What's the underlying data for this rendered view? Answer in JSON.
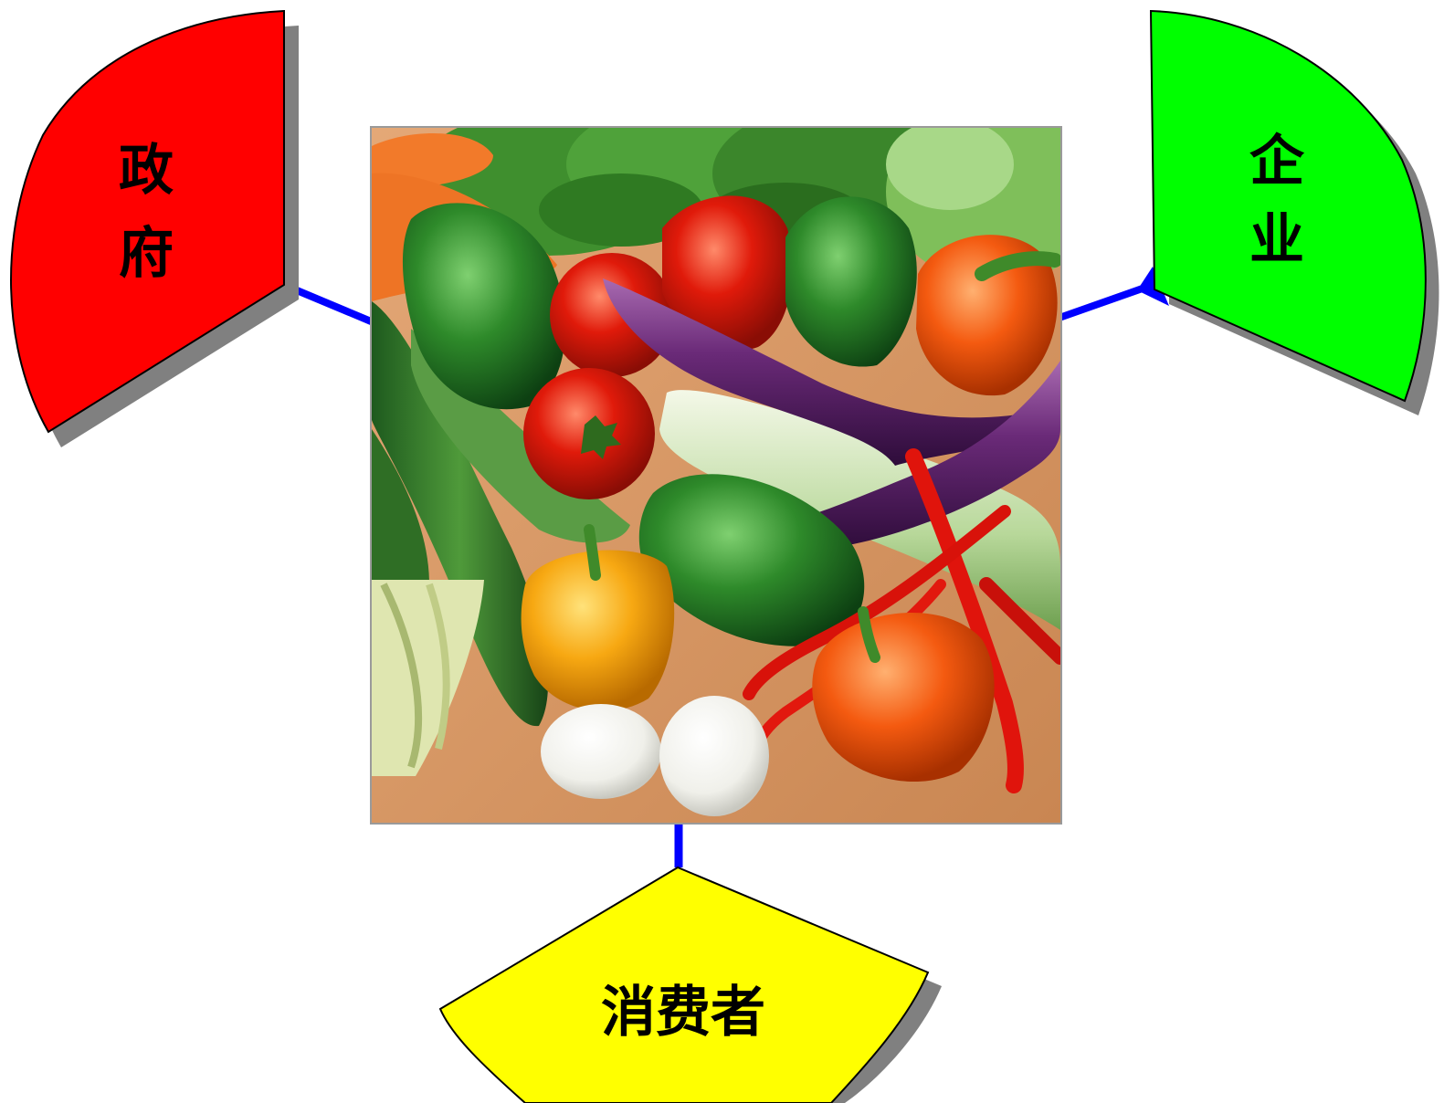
{
  "diagram": {
    "nodes": [
      {
        "id": "government",
        "label_line1": "政",
        "label_line2": "府",
        "fill": "#ff0000"
      },
      {
        "id": "enterprise",
        "label_line1": "企",
        "label_line2": "业",
        "fill": "#00ff00"
      },
      {
        "id": "consumer",
        "label": "消费者",
        "fill": "#ffff00"
      }
    ],
    "connector_color": "#0000ff",
    "center_image": "vegetables-photo"
  }
}
